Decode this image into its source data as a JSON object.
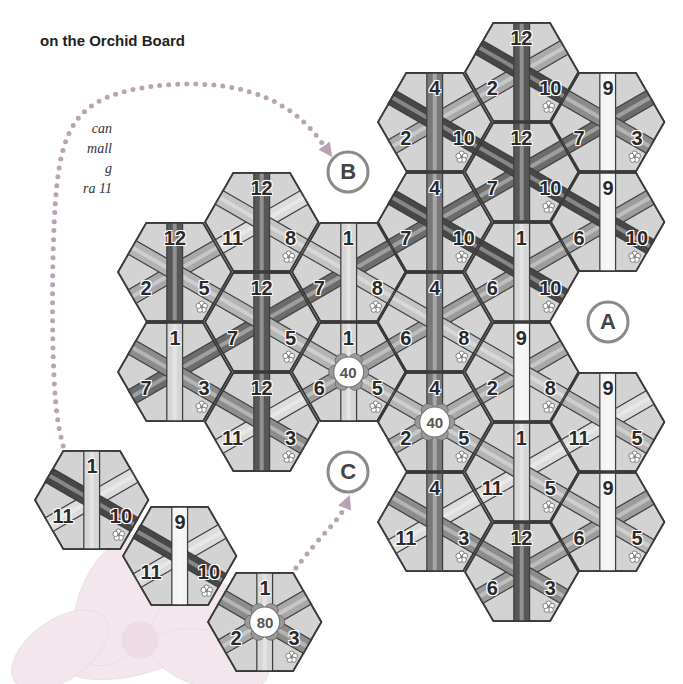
{
  "diagram": {
    "title": "on the Orchid Board",
    "nodes": [
      {
        "text": [
          "12",
          "2",
          "10"
        ]
      },
      {
        "text": [
          "4",
          "2",
          "10"
        ]
      },
      {
        "text": [
          "9",
          "7",
          "3"
        ]
      },
      {
        "text": [
          "12",
          "7",
          "10"
        ]
      },
      {
        "text": [
          "B"
        ]
      },
      {
        "text": [
          "12",
          "11",
          "8"
        ]
      },
      {
        "text": [
          "4",
          "7",
          "10"
        ]
      },
      {
        "text": [
          "9",
          "6",
          "10"
        ]
      },
      {
        "text": [
          "12",
          "2",
          "5"
        ]
      },
      {
        "text": [
          "1",
          "7",
          "8"
        ]
      },
      {
        "text": [
          "1",
          "6",
          "10"
        ]
      },
      {
        "text": [
          "12",
          "7",
          "5"
        ]
      },
      {
        "text": [
          "4",
          "6",
          "8"
        ]
      },
      {
        "text": [
          "A"
        ]
      },
      {
        "text": [
          "1",
          "7",
          "3"
        ]
      },
      {
        "text": [
          "1",
          "40",
          "6",
          "5"
        ]
      },
      {
        "text": [
          "9",
          "2",
          "8"
        ]
      },
      {
        "text": [
          "12",
          "11",
          "3"
        ]
      },
      {
        "text": [
          "4",
          "40",
          "2",
          "5"
        ]
      },
      {
        "text": [
          "9",
          "11",
          "5"
        ]
      },
      {
        "text": [
          "C"
        ]
      },
      {
        "text": [
          "1",
          "11",
          "5"
        ]
      },
      {
        "text": [
          "4",
          "11",
          "3"
        ]
      },
      {
        "text": [
          "9",
          "6",
          "5"
        ]
      },
      {
        "text": [
          "12",
          "6",
          "3"
        ]
      },
      {
        "text": [
          "1",
          "11",
          "10"
        ]
      },
      {
        "text": [
          "9",
          "11",
          "10"
        ]
      },
      {
        "text": [
          "1",
          "80",
          "2",
          "3"
        ]
      }
    ],
    "edges": [
      {
        "from": 25,
        "to": 4,
        "arrow": "to"
      },
      {
        "from": 27,
        "to": 20,
        "arrow": "to"
      }
    ],
    "labels": [
      "can",
      "mall",
      "g",
      "ra 11"
    ]
  }
}
